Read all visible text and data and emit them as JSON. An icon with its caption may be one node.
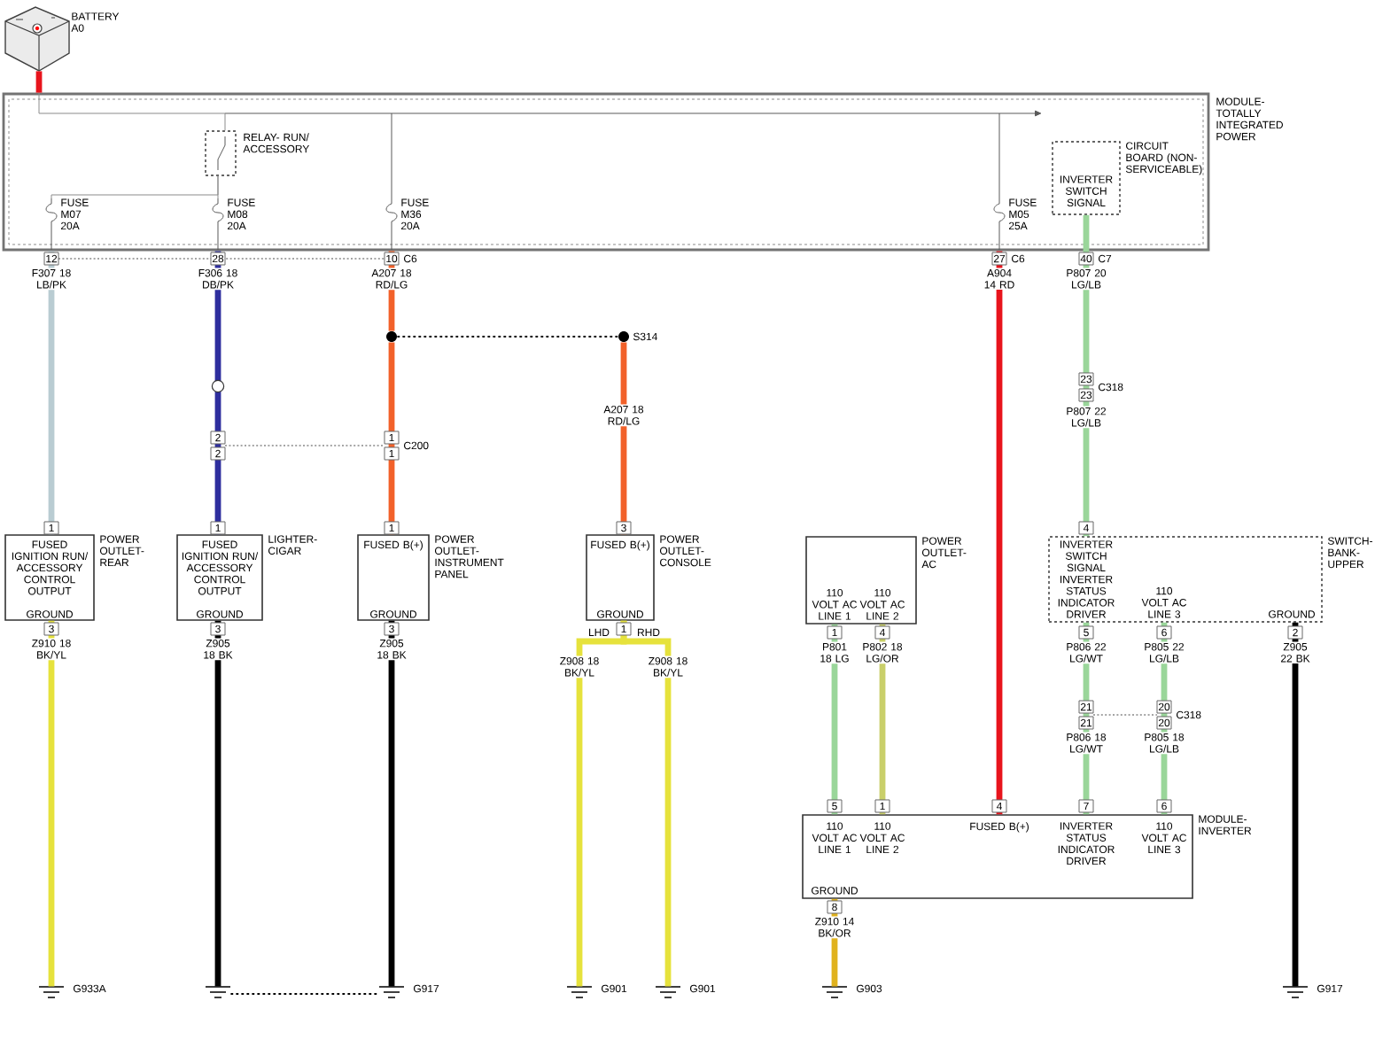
{
  "diagram": {
    "nodes": [
      {
        "text": [],
        "shape": "picture",
        "beside": [
          "BATTERY A0"
        ]
      },
      {
        "text": [
          "MODULE- TOTALLY INTEGRATED POWER"
        ]
      },
      {
        "text": [
          "RELAY- RUN/ ACCESSORY"
        ],
        "in": 1
      },
      {
        "text": [
          "CIRCUIT BOARD (NON- SERVICEABLE)",
          "INVERTER SWITCH SIGNAL"
        ],
        "in": 1
      },
      {
        "text": [],
        "shape": "circle"
      },
      {
        "text": [],
        "shape": "circle",
        "beside": [
          "S314"
        ]
      },
      {
        "text": [
          "FUSED IGNITION RUN/ ACCESSORY CONTROL OUTPUT",
          "POWER OUTLET- REAR",
          "GROUND"
        ]
      },
      {
        "text": [
          "FUSED IGNITION RUN/ ACCESSORY CONTROL OUTPUT",
          "LIGHTER- CIGAR",
          "GROUND"
        ]
      },
      {
        "text": [
          "FUSED B(+)",
          "POWER OUTLET- INSTRUMENT PANEL",
          "GROUND"
        ]
      },
      {
        "text": [
          "FUSED B(+)",
          "POWER OUTLET- CONSOLE",
          "GROUND"
        ]
      },
      {
        "text": [
          "POWER OUTLET- AC",
          "110 VOLT AC LINE 1",
          "110 VOLT AC LINE 2"
        ]
      },
      {
        "text": [
          "INVERTER SWITCH SIGNAL",
          "SWITCH- BANK- UPPER",
          "INVERTER STATUS INDICATOR DRIVER",
          "110 VOLT AC LINE 3",
          "GROUND"
        ]
      },
      {
        "text": [
          "MODULE- INVERTER",
          "110 VOLT AC LINE 1",
          "110 VOLT AC LINE 2",
          "FUSED B(+)",
          "INVERTER STATUS INDICATOR DRIVER",
          "110 VOLT AC LINE 3",
          "GROUND"
        ]
      },
      {
        "text": [],
        "shape": "ground",
        "beside": [
          "G933A"
        ]
      },
      {
        "text": [],
        "shape": "ground"
      },
      {
        "text": [],
        "shape": "ground",
        "beside": [
          "G917"
        ]
      },
      {
        "text": [],
        "shape": "ground",
        "beside": [
          "G901"
        ]
      },
      {
        "text": [],
        "shape": "ground",
        "beside": [
          "G901"
        ]
      },
      {
        "text": [],
        "shape": "ground",
        "beside": [
          "G903"
        ]
      },
      {
        "text": [],
        "shape": "ground",
        "beside": [
          "G917"
        ]
      },
      {
        "text": [
          "FUSE M07 20A"
        ],
        "in": 1
      },
      {
        "text": [
          "FUSE M08 20A"
        ],
        "in": 1
      }
    ],
    "edges": [
      {
        "from": 0,
        "to": 1,
        "arrow": "none",
        "color": "#e8141c"
      },
      {
        "from": 1,
        "to": 6,
        "arrow": "none",
        "label": "F307 18 LB/PK",
        "color": "#b9ccd2"
      },
      {
        "from": 1,
        "to": 7,
        "arrow": "none",
        "label": "F306 18 DB/PK",
        "color": "#2e2e9e"
      },
      {
        "from": 1,
        "to": 4,
        "arrow": "none",
        "label": "A207 18 RD/LG",
        "color": "#f2612a"
      },
      {
        "from": 4,
        "to": 8,
        "arrow": "none",
        "color": "#f2612a"
      },
      {
        "from": 4,
        "to": 5,
        "arrow": "none",
        "style": "dashed",
        "color": "#000000"
      },
      {
        "from": 5,
        "to": 9,
        "arrow": "none",
        "label": "A207 18 RD/LG",
        "color": "#f2612a"
      },
      {
        "from": 1,
        "to": 12,
        "arrow": "none",
        "label": "A904 14 RD",
        "color": "#e8141c"
      },
      {
        "from": 3,
        "to": 11,
        "arrow": "none",
        "label": "P807 20 LG/LB",
        "color": "#9ad69a"
      },
      {
        "from": 6,
        "to": 13,
        "arrow": "none",
        "label": "Z910 18 BK/YL",
        "color": "#e6e23c"
      },
      {
        "from": 7,
        "to": 14,
        "arrow": "none",
        "label": "Z905 18 BK",
        "color": "#000000"
      },
      {
        "from": 8,
        "to": 15,
        "arrow": "none",
        "label": "Z905 18 BK",
        "color": "#000000"
      },
      {
        "from": 9,
        "to": 16,
        "arrow": "none",
        "label": "Z908 18 BK/YL",
        "color": "#e6e23c"
      },
      {
        "from": 9,
        "to": 17,
        "arrow": "none",
        "label": "Z908 18 BK/YL",
        "color": "#e6e23c"
      },
      {
        "from": 10,
        "to": 12,
        "arrow": "none",
        "label": "P801 18 LG",
        "color": "#9ad69a"
      },
      {
        "from": 10,
        "to": 12,
        "arrow": "none",
        "label": "P802 18 LG/OR",
        "color": "#c9cf6a"
      },
      {
        "from": 11,
        "to": 12,
        "arrow": "none",
        "label": "P806 22 LG/WT",
        "color": "#9ad69a"
      },
      {
        "from": 11,
        "to": 12,
        "arrow": "none",
        "label": "P805 22 LG/LB",
        "color": "#9ad69a"
      },
      {
        "from": 12,
        "to": 18,
        "arrow": "none",
        "label": "Z910 14 BK/OR",
        "color": "#e0b21e"
      },
      {
        "from": 11,
        "to": 19,
        "arrow": "none",
        "label": "Z905 22 BK",
        "color": "#000000"
      },
      {
        "from": 14,
        "to": 15,
        "arrow": "none",
        "style": "dashed",
        "color": "#000000"
      },
      {
        "from": 0,
        "to": 2,
        "arrow": "none",
        "color": "#8c8c8c"
      },
      {
        "from": 2,
        "to": 20,
        "arrow": "none",
        "color": "#8c8c8c"
      },
      {
        "from": 2,
        "to": 21,
        "arrow": "none",
        "color": "#8c8c8c"
      }
    ],
    "labels": [
      "FUSE M36 20A",
      "FUSE M05 25A",
      "12",
      "28",
      "10",
      "C6",
      "27",
      "C6",
      "40",
      "C7",
      "23",
      "C318",
      "23",
      "P807 22 LG/LB",
      "2",
      "1",
      "C200",
      "2",
      "1",
      "1",
      "1",
      "1",
      "3",
      "4",
      "3",
      "3",
      "3",
      "LHD",
      "1",
      "RHD",
      "1",
      "4",
      "5",
      "6",
      "2",
      "21",
      "20",
      "C318",
      "21",
      "20",
      "P806 18 LG/WT",
      "P805 18 LG/LB",
      "5",
      "1",
      "4",
      "7",
      "6",
      "8"
    ]
  }
}
